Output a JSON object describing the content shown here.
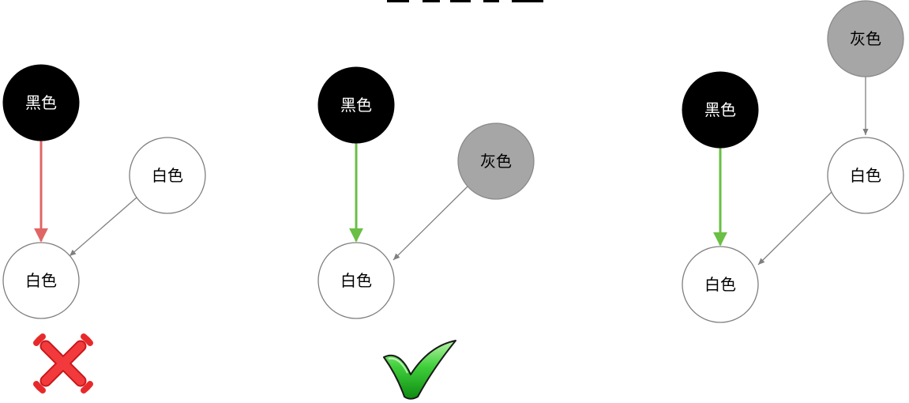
{
  "colors": {
    "black_node_fill": "#000000",
    "white_node_fill": "#ffffff",
    "gray_node_fill": "#a6a6a6",
    "node_stroke": "#7f7f7f",
    "edge_gray": "#7f7f7f",
    "edge_red": "#e06666",
    "edge_green": "#6abf45",
    "cross_red": "#e8292b",
    "check_green": "#2fb12f"
  },
  "panels": [
    {
      "id": "left",
      "result": "cross-icon",
      "nodes": [
        {
          "key": "black",
          "label": "黑色",
          "fill": "black"
        },
        {
          "key": "white_right",
          "label": "白色",
          "fill": "white"
        },
        {
          "key": "white_bottom",
          "label": "白色",
          "fill": "white"
        }
      ]
    },
    {
      "id": "middle",
      "result": "checkmark-icon",
      "nodes": [
        {
          "key": "black",
          "label": "黑色",
          "fill": "black"
        },
        {
          "key": "gray",
          "label": "灰色",
          "fill": "gray"
        },
        {
          "key": "white_bottom",
          "label": "白色",
          "fill": "white"
        }
      ]
    },
    {
      "id": "right",
      "result": "",
      "nodes": [
        {
          "key": "gray_top",
          "label": "灰色",
          "fill": "gray"
        },
        {
          "key": "black",
          "label": "黑色",
          "fill": "black"
        },
        {
          "key": "white_mid",
          "label": "白色",
          "fill": "white"
        },
        {
          "key": "white_bottom",
          "label": "白色",
          "fill": "white"
        }
      ]
    }
  ]
}
